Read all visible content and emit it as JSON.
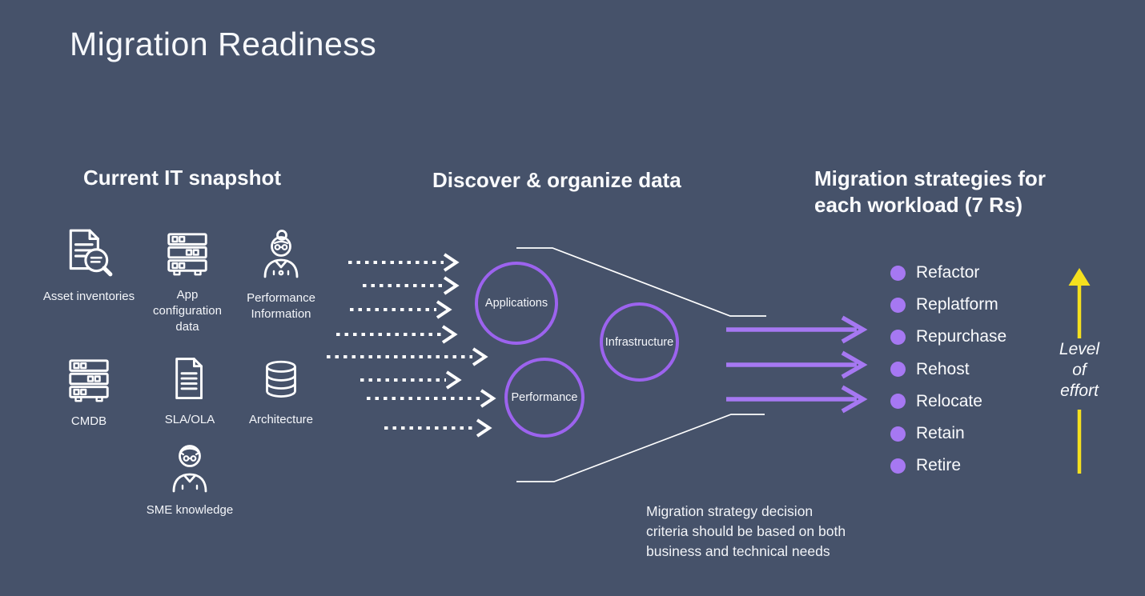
{
  "slide": {
    "title": "Migration Readiness"
  },
  "colors": {
    "background": "#46526A",
    "circle_purple": "#9C63EE",
    "arrow_bullet_purple": "#A678F2",
    "effort_yellow": "#F5E01E",
    "text_white": "#FFFFFF"
  },
  "left": {
    "heading": "Current IT snapshot",
    "items": [
      {
        "label": "Asset inventories",
        "icon": "document-magnifier-icon"
      },
      {
        "label": "App\nconfiguration\ndata",
        "icon": "server-stack-icon"
      },
      {
        "label": "Performance\nInformation",
        "icon": "person-woman-icon"
      },
      {
        "label": "CMDB",
        "icon": "server-stack-icon"
      },
      {
        "label": "SLA/OLA",
        "icon": "document-icon"
      },
      {
        "label": "Architecture",
        "icon": "database-icon"
      },
      {
        "label": "SME knowledge",
        "icon": "person-man-icon"
      }
    ]
  },
  "middle": {
    "heading": "Discover & organize data",
    "circles": [
      {
        "label": "Applications"
      },
      {
        "label": "Infrastructure"
      },
      {
        "label": "Performance"
      }
    ]
  },
  "right": {
    "heading": "Migration strategies for\neach workload (7 Rs)",
    "strategies": [
      "Refactor",
      "Replatform",
      "Repurchase",
      "Rehost",
      "Relocate",
      "Retain",
      "Retire"
    ],
    "effort_label": "Level\nof\neffort"
  },
  "note": "Migration strategy decision\ncriteria should be based on both\nbusiness and technical needs"
}
